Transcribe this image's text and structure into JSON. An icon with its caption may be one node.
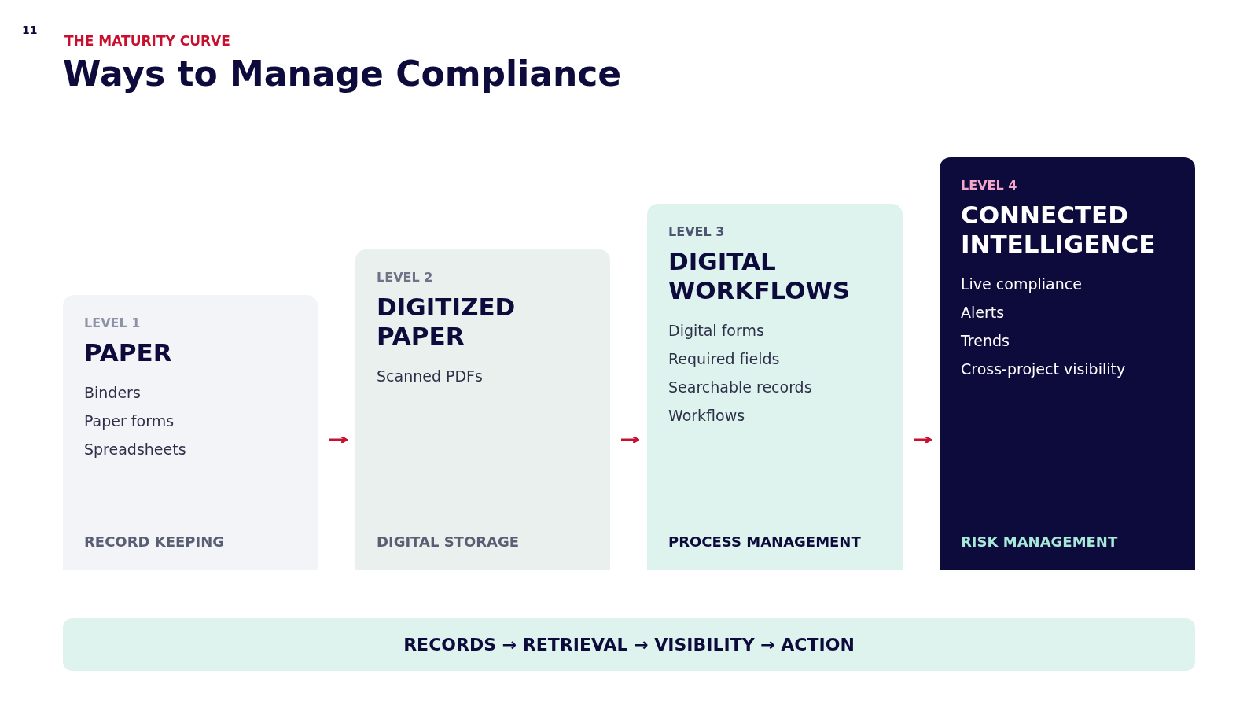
{
  "diagram": {
    "title": "Ways to Manage Compliance",
    "nodes": [
      {
        "text": [
          "LEVEL 1",
          "PAPER",
          "Binders",
          "Paper forms",
          "Spreadsheets",
          "RECORD KEEPING"
        ]
      },
      {
        "text": [
          "LEVEL 2",
          "DIGITIZED PAPER",
          "Scanned PDFs",
          "DIGITAL STORAGE"
        ]
      },
      {
        "text": [
          "LEVEL 3",
          "DIGITAL WORKFLOWS",
          "Digital forms",
          "Required fields",
          "Searchable records",
          "Workflows",
          "PROCESS MANAGEMENT"
        ]
      },
      {
        "text": [
          "LEVEL 4",
          "CONNECTED INTELLIGENCE",
          "Live compliance",
          "Alerts",
          "Trends",
          "Cross-project visibility",
          "RISK MANAGEMENT"
        ]
      },
      {
        "text": [
          "RECORDS → RETRIEVAL → VISIBILITY → ACTION"
        ]
      }
    ],
    "edges": [
      {
        "from": 0,
        "to": 1,
        "arrow": "to"
      },
      {
        "from": 1,
        "to": 2,
        "arrow": "to"
      },
      {
        "from": 2,
        "to": 3,
        "arrow": "to"
      }
    ],
    "labels": [
      "11",
      "THE MATURITY CURVE"
    ]
  }
}
